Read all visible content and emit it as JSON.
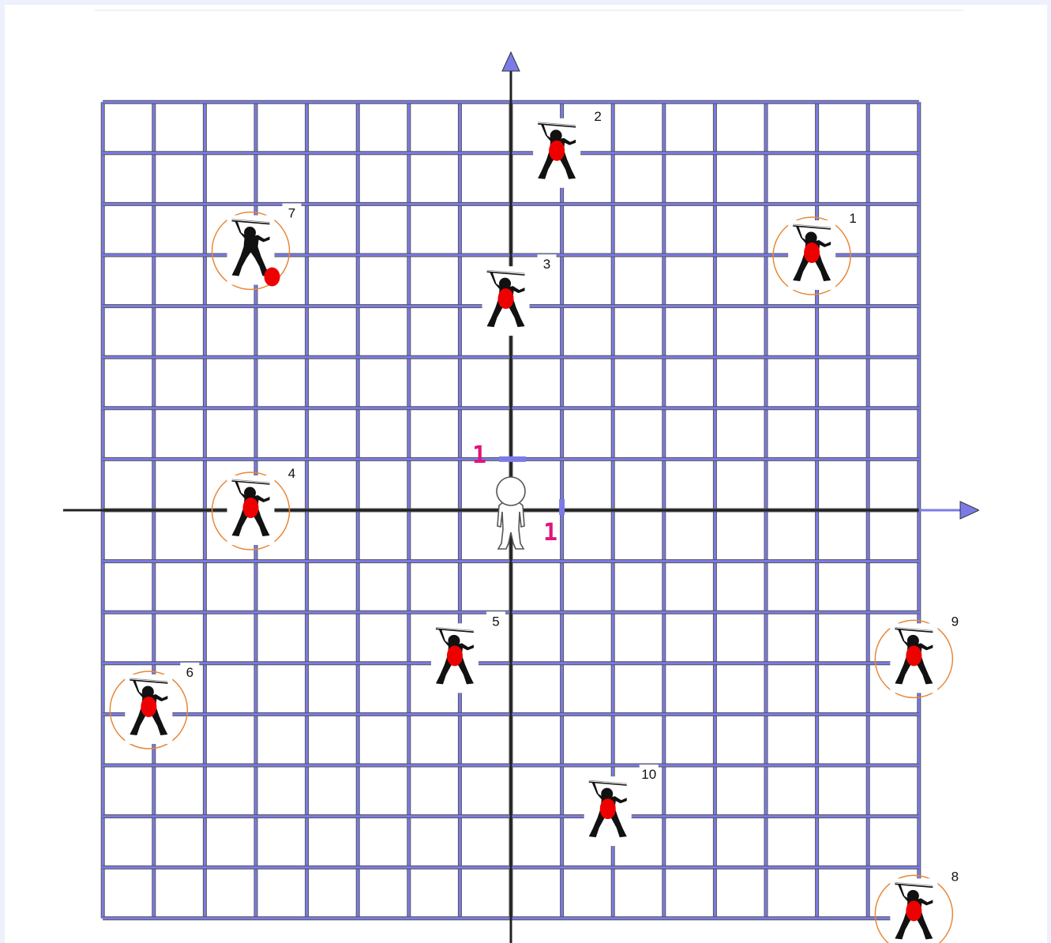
{
  "axes": {
    "x_unit_label": "1",
    "y_unit_label": "1"
  },
  "grid": {
    "x_min": -8,
    "x_max": 8,
    "y_min": -8,
    "y_max": 8,
    "step": 1,
    "line_color": "#7b7be8",
    "bold_color": "#555555"
  },
  "colors": {
    "accent_label": "#e0157a",
    "target_circle": "#e8883a",
    "ninja_body": "#111111",
    "target_dot": "#ee0000"
  },
  "player": {
    "icon": "stick-figure-icon",
    "x": 0,
    "y": 0
  },
  "ninjas": [
    {
      "label": "1",
      "x": 5.9,
      "y": 5.0,
      "circled": true,
      "dot": "belly",
      "icon": "ninja-icon"
    },
    {
      "label": "2",
      "x": 0.9,
      "y": 7.0,
      "circled": false,
      "dot": "belly",
      "icon": "ninja-icon"
    },
    {
      "label": "3",
      "x": -0.1,
      "y": 4.1,
      "circled": false,
      "dot": "belly",
      "icon": "ninja-icon"
    },
    {
      "label": "4",
      "x": -5.1,
      "y": 0.0,
      "circled": true,
      "dot": "belly",
      "icon": "ninja-icon"
    },
    {
      "label": "5",
      "x": -1.1,
      "y": -2.9,
      "circled": false,
      "dot": "belly",
      "icon": "ninja-icon"
    },
    {
      "label": "6",
      "x": -7.1,
      "y": -3.9,
      "circled": true,
      "dot": "belly",
      "icon": "ninja-icon"
    },
    {
      "label": "7",
      "x": -5.1,
      "y": 5.1,
      "circled": true,
      "dot": "knee",
      "icon": "ninja-icon"
    },
    {
      "label": "8",
      "x": 7.9,
      "y": -7.9,
      "circled": true,
      "dot": "belly",
      "icon": "ninja-icon"
    },
    {
      "label": "9",
      "x": 7.9,
      "y": -2.9,
      "circled": true,
      "dot": "belly",
      "icon": "ninja-icon"
    },
    {
      "label": "10",
      "x": 1.9,
      "y": -5.9,
      "circled": false,
      "dot": "belly",
      "icon": "ninja-icon"
    }
  ]
}
